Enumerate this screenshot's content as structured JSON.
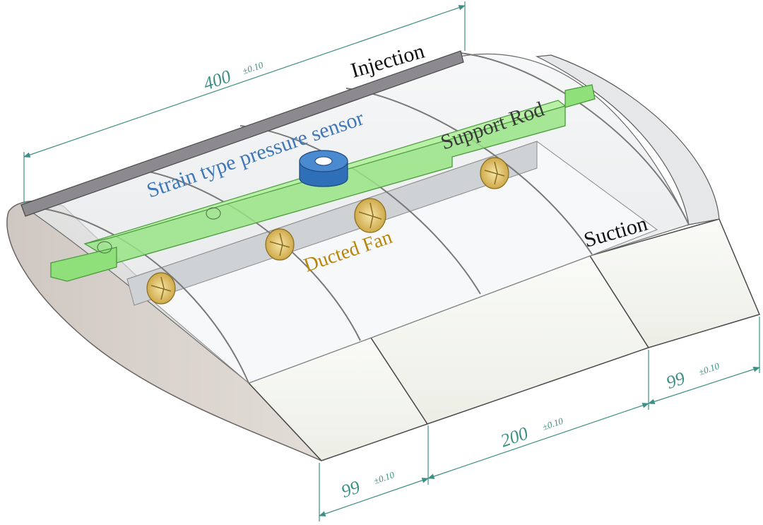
{
  "labels": {
    "injection": "Injection",
    "suction": "Suction",
    "support_rod": "Support Rod",
    "pressure_sensor": "Strain type pressure sensor",
    "ducted_fan": "Ducted Fan"
  },
  "dimensions": {
    "span": {
      "value": "400",
      "tol": "±0.10"
    },
    "bottom_left": {
      "value": "99",
      "tol": "±0.10"
    },
    "bottom_mid": {
      "value": "200",
      "tol": "±0.10"
    },
    "right": {
      "value": "99",
      "tol": "±0.10"
    }
  },
  "colors": {
    "dimension": "#3d8f85",
    "sensor_label": "#3f77b8",
    "fan_label": "#b8860b",
    "rod": "#8fe07a",
    "rod_edge": "#4a9a3c",
    "sensor": "#2f6fb8",
    "fan": "#e6c76a",
    "body_side": "#d8d2cd",
    "body_top": "#f2f4ef",
    "shell": "#e4e6e8",
    "outline": "#4a4a4a"
  }
}
